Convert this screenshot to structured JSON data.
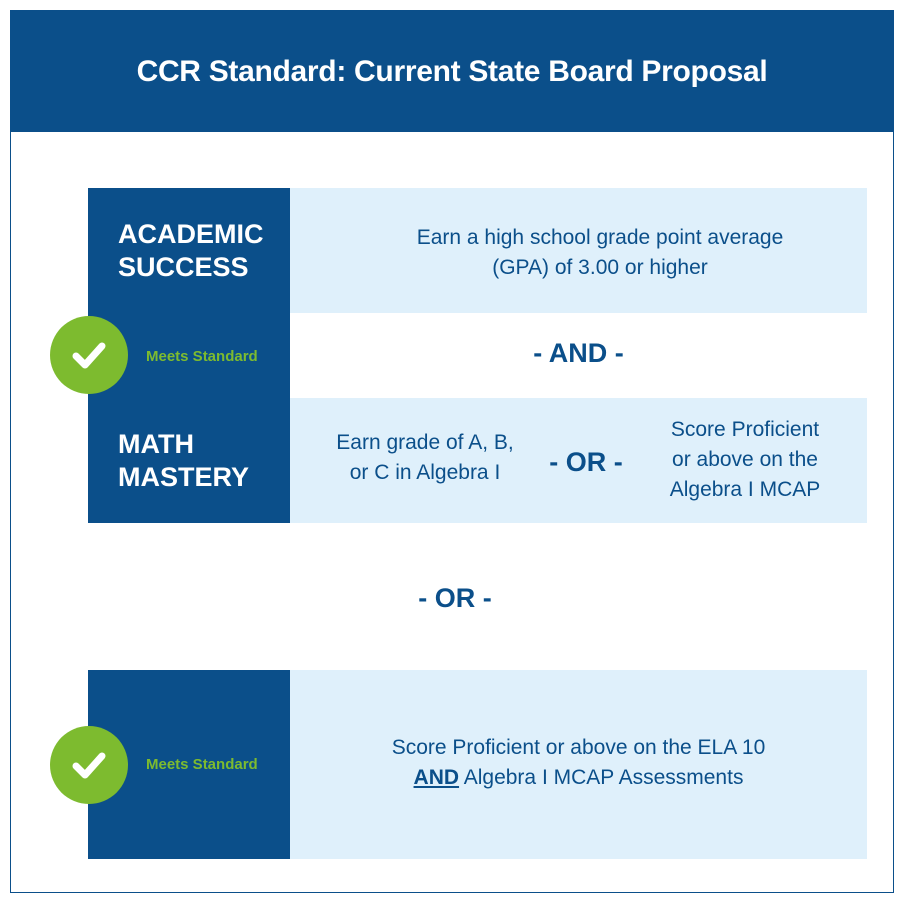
{
  "header": {
    "title": "CCR Standard: Current State Board Proposal"
  },
  "block1": {
    "academic_label_line1": "ACADEMIC",
    "academic_label_line2": "SUCCESS",
    "academic_text_line1": "Earn a high school grade point average",
    "academic_text_line2": "(GPA) of 3.00 or higher",
    "and_connector": "- AND -",
    "meets_label": "Meets Standard",
    "math_label_line1": "MATH",
    "math_label_line2": "MASTERY",
    "math_option1_line1": "Earn grade of A, B,",
    "math_option1_line2": "or C in Algebra I",
    "math_or": "- OR -",
    "math_option2_line1": "Score Proficient",
    "math_option2_line2": "or above on the",
    "math_option2_line3": "Algebra I MCAP"
  },
  "or_connector": "- OR -",
  "block2": {
    "meets_label": "Meets Standard",
    "text_line1": "Score Proficient or above on the ELA 10",
    "text_and": "AND",
    "text_line2_rest": " Algebra I MCAP Assessments"
  },
  "colors": {
    "navy": "#0b4f8a",
    "light_blue": "#dff0fb",
    "green": "#7dbb2f"
  }
}
